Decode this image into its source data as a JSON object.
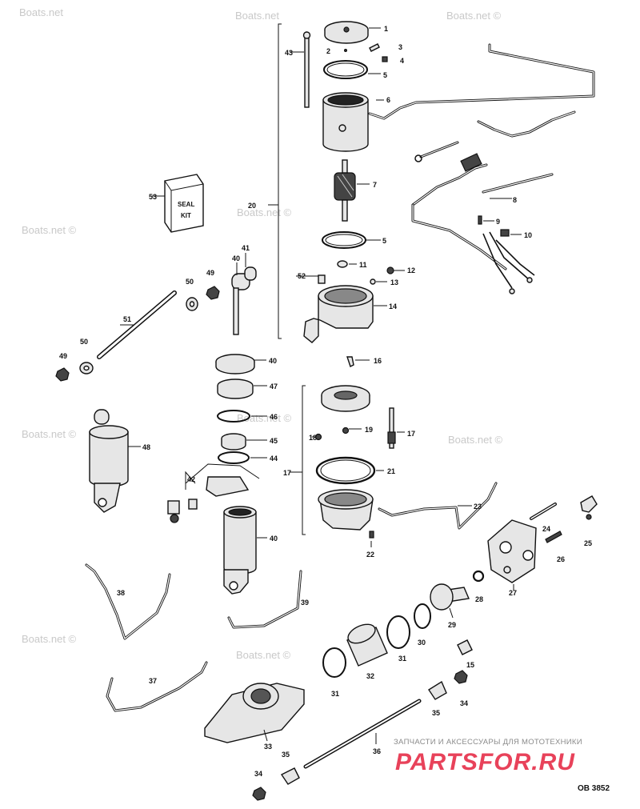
{
  "watermarks": [
    "Boats.net",
    "Boats.net",
    "Boats.net ©",
    "Boats.net ©",
    "Boats.net ©",
    "Boats.net ©",
    "Boats.net ©",
    "Boats.net ©",
    "Boats.net ©",
    "Boats.net ©"
  ],
  "seal_kit": {
    "line1": "SEAL",
    "line2": "KIT"
  },
  "callouts": {
    "c1": "1",
    "c2": "2",
    "c3": "3",
    "c4": "4",
    "c5a": "5",
    "c5b": "5",
    "c6": "6",
    "c7": "7",
    "c8": "8",
    "c9": "9",
    "c10": "10",
    "c11": "11",
    "c12": "12",
    "c13": "13",
    "c14": "14",
    "c15": "15",
    "c16": "16",
    "c17a": "17",
    "c17b": "17",
    "c18": "18",
    "c19": "19",
    "c20": "20",
    "c21": "21",
    "c22": "22",
    "c23": "23",
    "c24": "24",
    "c25": "25",
    "c26": "26",
    "c27": "27",
    "c28": "28",
    "c29": "29",
    "c30": "30",
    "c31a": "31",
    "c31b": "31",
    "c32": "32",
    "c33": "33",
    "c34a": "34",
    "c34b": "34",
    "c35a": "35",
    "c35b": "35",
    "c36": "36",
    "c37": "37",
    "c38": "38",
    "c39": "39",
    "c40a": "40",
    "c40b": "40",
    "c40c": "40",
    "c41": "41",
    "c42": "42",
    "c43": "43",
    "c44": "44",
    "c45": "45",
    "c46": "46",
    "c47": "47",
    "c48": "48",
    "c49a": "49",
    "c49b": "49",
    "c50a": "50",
    "c50b": "50",
    "c51": "51",
    "c52": "52",
    "c53": "53"
  },
  "footer": {
    "tagline": "ЗАПЧАСТИ И АКСЕССУАРЫ ДЛЯ МОТОТЕХНИКИ",
    "brand": "PARTSFOR.RU",
    "diagram_ref": "OB 3852"
  }
}
